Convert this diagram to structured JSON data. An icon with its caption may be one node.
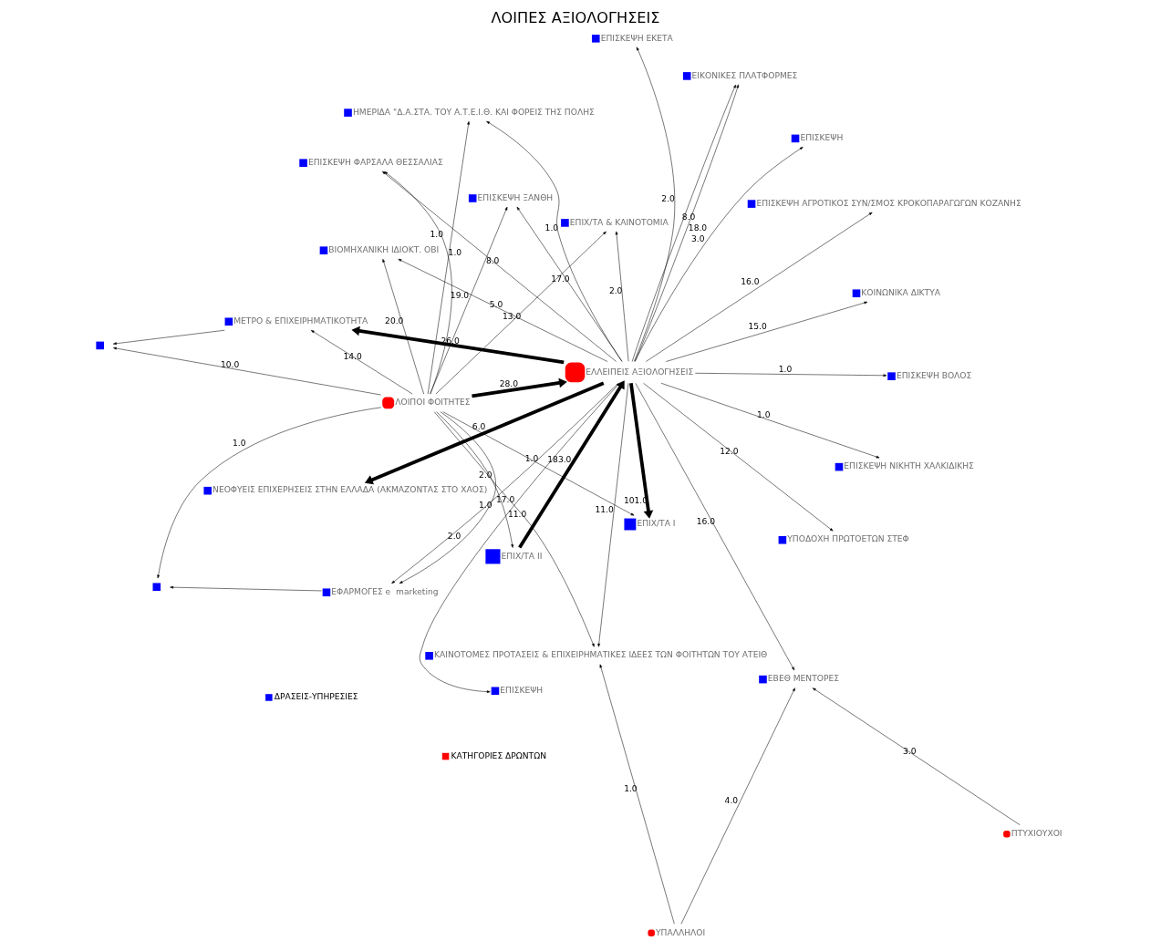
{
  "diagram": {
    "title": "ΛΟΙΠΕΣ ΑΞΙΟΛΟΓΗΣΕΙΣ",
    "nodes": [
      {
        "text": [
          "ΚΑΙΝΟΤΟΜΕΣ ΠΡΟΤΑΣΕΙΣ & ΕΠΙΧΕΙΡΗΜΑΤΙΚΕΣ ΙΔΕΕΣ ΤΩΝ ΦΟΙΤΗΤΩΝ ΤΟΥ ΑΤΕΙΘ"
        ]
      },
      {
        "text": [
          "ΠΤΥΧΙΟΥΧΟΙ"
        ]
      },
      {
        "text": [
          "ΥΠΑΛΛΗΛΟΙ"
        ]
      },
      {
        "text": [
          "ΗΜΕΡΙΔΑ \"Δ.Α.ΣΤΑ. ΤΟΥ Α.Τ.Ε.Ι.Θ. ΚΑΙ ΦΟΡΕΙΣ ΤΗΣ ΠΟΛΗΣ"
        ]
      },
      {
        "text": [],
        "shape": "box"
      },
      {
        "text": [
          "ΕΠΙΣΚΕΨΗ ΕΚΕΤΑ"
        ]
      },
      {
        "text": [
          "ΕΦΑΡΜΟΓΕΣ e  marketing"
        ]
      },
      {
        "text": [
          "ΕΠΙΧ/ΤΑ Ι"
        ]
      },
      {
        "text": [
          "ΥΠΟΔΟΧΗ ΠΡΩΤΟΕΤΩΝ ΣΤΕΦ"
        ]
      },
      {
        "text": [
          "ΕΒΕΘ ΜΕΝΤΟΡΕΣ"
        ]
      },
      {
        "text": [
          "ΕΠΙΧ/ΤΑ ΙΙ"
        ]
      },
      {
        "text": [
          "ΝΕΟΦΥΕΙΣ ΕΠΙΧΕΡΗΣΕΙΣ ΣΤΗΝ ΕΛΛΑΔΑ (ΑΚΜΑΖΟΝΤΑΣ ΣΤΟ ΧΑΟΣ)"
        ]
      },
      {
        "text": [
          "ΚΟΙΝΩΝΙΚΑ ΔΙΚΤΥΑ"
        ]
      },
      {
        "text": [
          "ΕΛΛΕΙΠΕΙΣ ΑΞΙΟΛΟΓΗΣΕΙΣ"
        ]
      },
      {
        "text": [
          "ΕΠΙΣΚΕΨΗ ΞΑΝΘΗ"
        ]
      },
      {
        "text": [
          "ΛΟΙΠΟΙ ΦΟΙΤΗΤΕΣ"
        ]
      },
      {
        "text": [
          "ΕΠΙΣΚΕΨΗ ΒΟΛΟΣ"
        ]
      },
      {
        "text": [
          "ΕΠΙΣΚΕΨΗ ΦΑΡΣΑΛΑ ΘΕΣΣΑΛΙΑΣ"
        ]
      },
      {
        "text": [
          "ΒΙΟΜΗΧΑΝΙΚΗ ΙΔΙΟΚΤ. ΟΒΙ"
        ]
      },
      {
        "text": [
          "ΜΕΤΡΟ & ΕΠΙΧΕΙΡΗΜΑΤΙΚΟΤΗΤΑ"
        ]
      },
      {
        "text": [],
        "shape": "box"
      },
      {
        "text": [
          "ΕΠΙΣΚΕΨΗ"
        ]
      },
      {
        "text": [
          "ΕΠΙΣΚΕΨΗ"
        ]
      },
      {
        "text": [
          "ΕΠΙΣΚΕΨΗ ΑΓΡΟΤΙΚΟΣ ΣΥΝ/ΣΜΟΣ ΚΡΟΚΟΠΑΡΑΓΩΓΩΝ ΚΟΖΑΝΗΣ"
        ]
      },
      {
        "text": [
          "ΕΙΚΟΝΙΚΕΣ ΠΛΑΤΦΟΡΜΕΣ"
        ]
      },
      {
        "text": [
          "ΕΠΙΣΚΕΨΗ ΝΙΚΗΤΗ ΧΑΛΚΙΔΙΚΗΣ"
        ]
      },
      {
        "text": [
          "ΕΠΙΧ/ΤΑ & ΚΑΙΝΟΤΟΜΙΑ"
        ]
      }
    ],
    "edges": [
      {
        "from": 2,
        "to": 0,
        "arrow": "to",
        "label": "1.0"
      },
      {
        "from": 1,
        "to": 9,
        "arrow": "to",
        "label": "3.0"
      },
      {
        "from": 2,
        "to": 9,
        "arrow": "to",
        "label": "4.0"
      },
      {
        "from": 13,
        "to": 0,
        "arrow": "to",
        "label": "11.0"
      },
      {
        "from": 13,
        "to": 3,
        "arrow": "to",
        "label": "1.0"
      },
      {
        "from": 13,
        "to": 8,
        "arrow": "to",
        "label": "12.0"
      },
      {
        "from": 13,
        "to": 5,
        "arrow": "to",
        "label": "2.0"
      },
      {
        "from": 13,
        "to": 9,
        "arrow": "to",
        "label": "16.0"
      },
      {
        "from": 13,
        "to": 11,
        "arrow": "to",
        "label": "6.0",
        "style": "thick"
      },
      {
        "from": 13,
        "to": 6,
        "arrow": "to",
        "label": "1.0"
      },
      {
        "from": 13,
        "to": 7,
        "arrow": "to",
        "label": "101.0",
        "style": "thick"
      },
      {
        "from": 10,
        "to": 13,
        "arrow": "to",
        "label": "183.0",
        "style": "thick"
      },
      {
        "from": 13,
        "to": 24,
        "arrow": "to",
        "label": "8.0"
      },
      {
        "from": 13,
        "to": 12,
        "arrow": "to",
        "label": "15.0"
      },
      {
        "from": 13,
        "to": 16,
        "arrow": "to",
        "label": "1.0"
      },
      {
        "from": 13,
        "to": 24,
        "arrow": "to",
        "label": "18.0"
      },
      {
        "from": 13,
        "to": 17,
        "arrow": "to",
        "label": "8.0"
      },
      {
        "from": 13,
        "to": 22,
        "arrow": "to",
        "label": "3.0"
      },
      {
        "from": 13,
        "to": 21,
        "arrow": "to",
        "label": "17.0"
      },
      {
        "from": 13,
        "to": 25,
        "arrow": "to",
        "label": "1.0"
      },
      {
        "from": 13,
        "to": 18,
        "arrow": "to",
        "label": "5.0"
      },
      {
        "from": 13,
        "to": 23,
        "arrow": "to",
        "label": "16.0"
      },
      {
        "from": 13,
        "to": 26,
        "arrow": "to",
        "label": "2.0"
      },
      {
        "from": 13,
        "to": 19,
        "arrow": "to",
        "label": "26.0",
        "style": "thick"
      },
      {
        "from": 13,
        "to": 14,
        "arrow": "to",
        "label": "17.0"
      },
      {
        "from": 15,
        "to": 0,
        "arrow": "to",
        "label": "11.0"
      },
      {
        "from": 15,
        "to": 6,
        "arrow": "to",
        "label": "2.0"
      },
      {
        "from": 15,
        "to": 3,
        "arrow": "to",
        "label": "1.0"
      },
      {
        "from": 15,
        "to": 7,
        "arrow": "to",
        "label": "1.0"
      },
      {
        "from": 15,
        "to": 10,
        "arrow": "to",
        "label": "2.0"
      },
      {
        "from": 15,
        "to": 4,
        "arrow": "to",
        "label": "1.0"
      },
      {
        "from": 15,
        "to": 13,
        "arrow": "to",
        "label": "28.0",
        "style": "thick"
      },
      {
        "from": 15,
        "to": 14,
        "arrow": "to",
        "label": "19.0"
      },
      {
        "from": 15,
        "to": 17,
        "arrow": "to",
        "label": "1.0"
      },
      {
        "from": 15,
        "to": 18,
        "arrow": "to",
        "label": "20.0"
      },
      {
        "from": 15,
        "to": 19,
        "arrow": "to",
        "label": "14.0"
      },
      {
        "from": 15,
        "to": 20,
        "arrow": "to",
        "label": "10.0"
      },
      {
        "from": 15,
        "to": 26,
        "arrow": "to",
        "label": "13.0"
      },
      {
        "from": 6,
        "to": 4,
        "arrow": "to"
      },
      {
        "from": 19,
        "to": 20,
        "arrow": "to"
      }
    ],
    "legend": [
      {
        "text": "ΔΡΑΣΕΙΣ-ΥΠΗΡΕΣΙΕΣ",
        "color": "#0000ff"
      },
      {
        "text": "ΚΑΤΗΓΟΡΙΕΣ ΔΡΩΝΤΩΝ",
        "color": "#ff0000"
      }
    ]
  }
}
